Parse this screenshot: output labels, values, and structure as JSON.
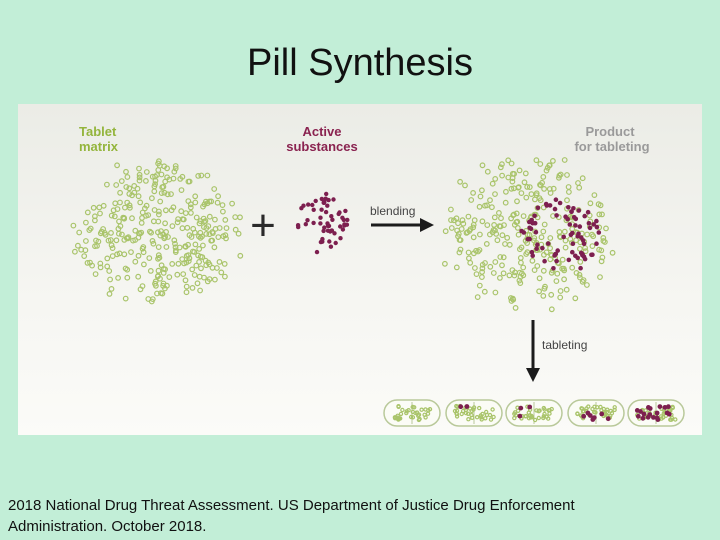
{
  "slide": {
    "title": "Pill Synthesis",
    "citation_line1": "2018 National Drug Threat Assessment. US Department of Justice Drug Enforcement",
    "citation_line2": "Administration. October 2018."
  },
  "diagram": {
    "tablet_matrix_label": [
      "Tablet",
      "matrix"
    ],
    "active_substances_label": [
      "Active",
      "substances"
    ],
    "product_label": [
      "Product",
      "for tableting"
    ],
    "plus_sign": "+",
    "blending_label": "blending",
    "tableting_label": "tableting",
    "colors": {
      "matrix_particle": "#a9c46a",
      "active_particle": "#7d1f4f",
      "matrix_label": "#94b53c",
      "active_label": "#8a2350",
      "product_label": "#9a9a9a",
      "arrow": "#1b1b1b"
    },
    "tablets": [
      {
        "name": "tablet-1",
        "active_dots": 0
      },
      {
        "name": "tablet-2",
        "active_dots": 2
      },
      {
        "name": "tablet-3",
        "active_dots": 3
      },
      {
        "name": "tablet-4",
        "active_dots": 7
      },
      {
        "name": "tablet-5",
        "active_dots": 18
      }
    ]
  }
}
